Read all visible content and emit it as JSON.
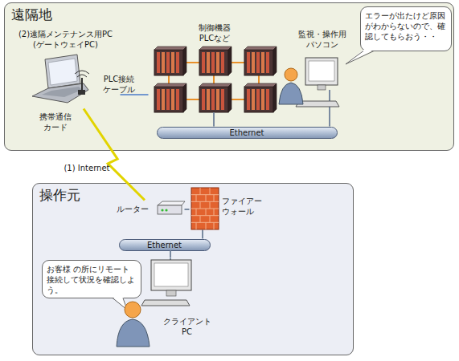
{
  "diagram": {
    "nodes": [
      {
        "text": [
          "遠隔地"
        ]
      },
      {
        "text": [
          "(2)遠隔メンテナンス用PC (ゲートウェイPC)"
        ],
        "in": 0
      },
      {
        "text": [
          "制御機器 PLCなど"
        ],
        "in": 0
      },
      {
        "text": [
          "監視・操作用 パソコン"
        ],
        "in": 0
      },
      {
        "text": [
          "エラーが出たけど原因がわからないので、確認してもらおう・・"
        ],
        "in": 0
      },
      {
        "text": [
          "Ethernet"
        ],
        "in": 0
      },
      {
        "text": [
          "操作元"
        ]
      },
      {
        "text": [
          "ルーター"
        ],
        "in": 6
      },
      {
        "text": [
          "ファイアー ウォール"
        ],
        "in": 6
      },
      {
        "text": [
          "Ethernet"
        ],
        "in": 6
      },
      {
        "text": [
          "クライアント PC"
        ],
        "in": 6
      },
      {
        "text": [
          "お客様 の所にリモート接続して状況を確認しよう。"
        ],
        "in": 6
      }
    ],
    "edges": [
      {
        "from": 1,
        "to": 2,
        "arrow": "none",
        "label": "PLC接続 ケーブル"
      },
      {
        "from": 2,
        "to": 5,
        "arrow": "none"
      },
      {
        "from": 3,
        "to": 5,
        "arrow": "none"
      },
      {
        "from": 1,
        "to": 7,
        "arrow": "none",
        "label": "(1) Internet"
      },
      {
        "from": 7,
        "to": 8,
        "arrow": "none"
      },
      {
        "from": 8,
        "to": 9,
        "arrow": "none"
      },
      {
        "from": 10,
        "to": 9,
        "arrow": "none"
      }
    ],
    "labels": [
      "携帯通信 カード"
    ]
  }
}
